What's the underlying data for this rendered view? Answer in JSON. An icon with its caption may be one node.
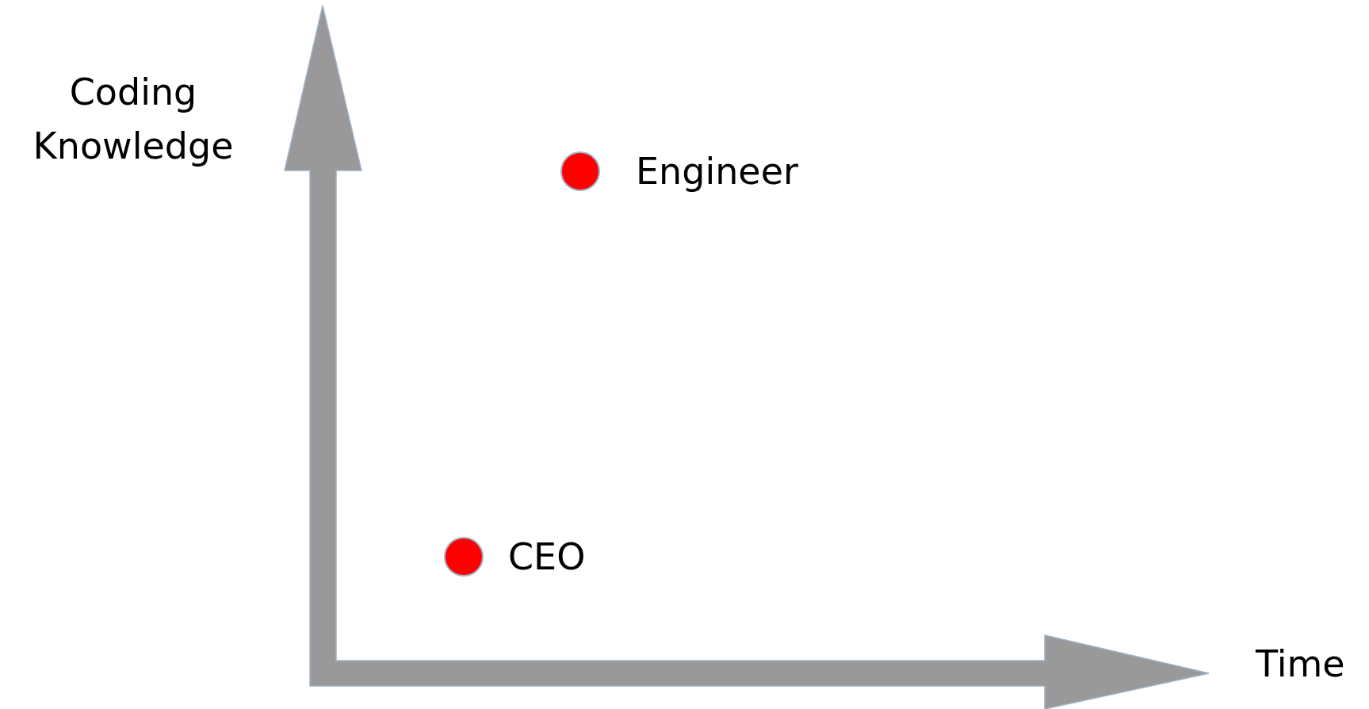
{
  "diagram": {
    "labels": [
      "Coding Knowledge",
      "Engineer",
      "CEO",
      "Time"
    ]
  }
}
